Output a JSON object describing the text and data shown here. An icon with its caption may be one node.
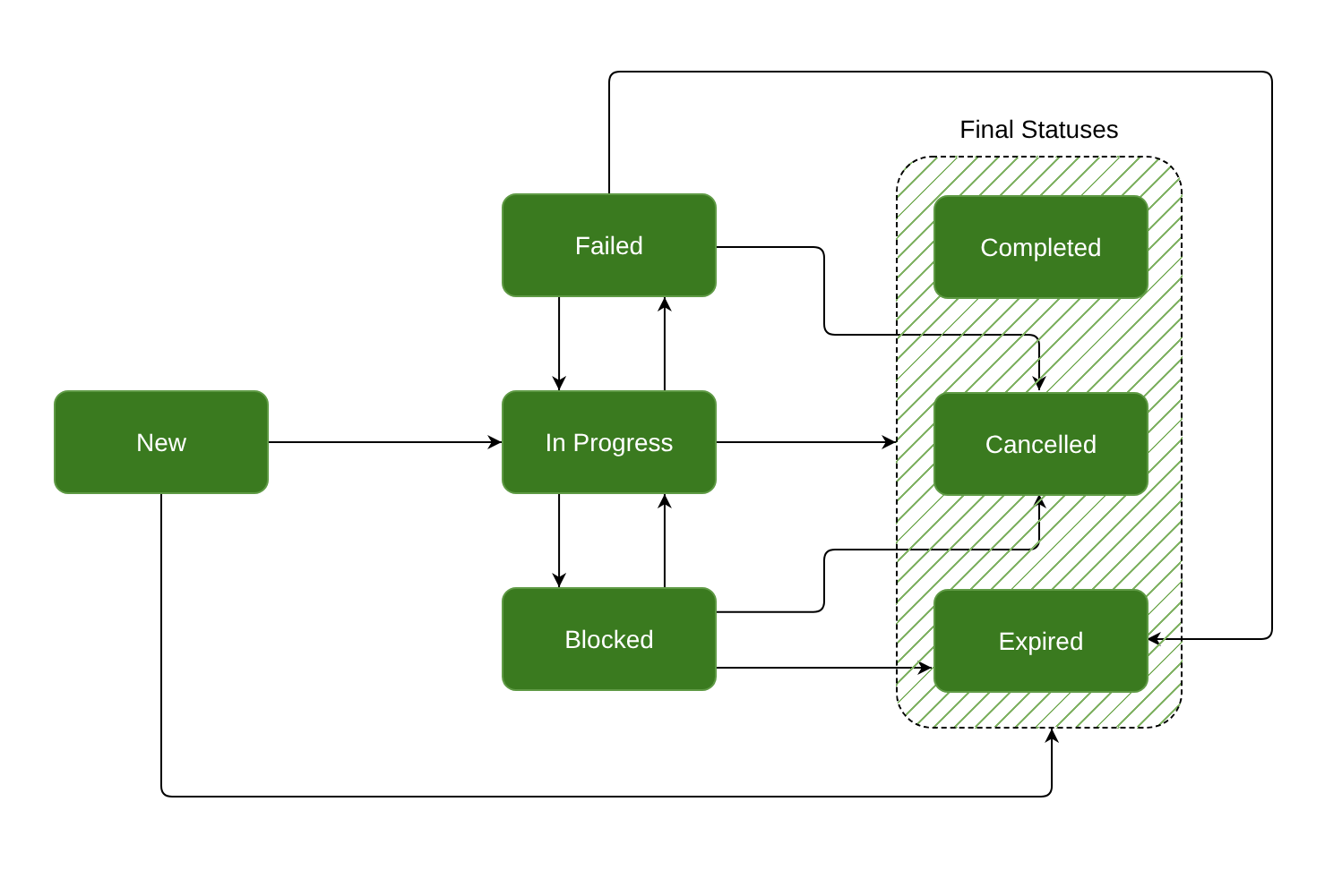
{
  "diagram": {
    "nodes": [
      {
        "text": [
          "New"
        ]
      },
      {
        "text": [
          "Failed"
        ]
      },
      {
        "text": [
          "In Progress"
        ]
      },
      {
        "text": [
          "Blocked"
        ]
      },
      {
        "text": [
          "Final Statuses"
        ]
      },
      {
        "text": [
          "Completed"
        ],
        "in": 4
      },
      {
        "text": [
          "Cancelled"
        ],
        "in": 4
      },
      {
        "text": [
          "Expired"
        ],
        "in": 4
      }
    ],
    "edges": [
      {
        "from": 0,
        "to": 2,
        "arrow": "to"
      },
      {
        "from": 0,
        "to": 4,
        "arrow": "to"
      },
      {
        "from": 2,
        "to": 4,
        "arrow": "to"
      },
      {
        "from": 1,
        "to": 2,
        "arrow": "to"
      },
      {
        "from": 2,
        "to": 1,
        "arrow": "to"
      },
      {
        "from": 2,
        "to": 3,
        "arrow": "to"
      },
      {
        "from": 3,
        "to": 2,
        "arrow": "to"
      },
      {
        "from": 1,
        "to": 6,
        "arrow": "to"
      },
      {
        "from": 1,
        "to": 7,
        "arrow": "to"
      },
      {
        "from": 3,
        "to": 6,
        "arrow": "to"
      },
      {
        "from": 3,
        "to": 7,
        "arrow": "to"
      }
    ]
  }
}
